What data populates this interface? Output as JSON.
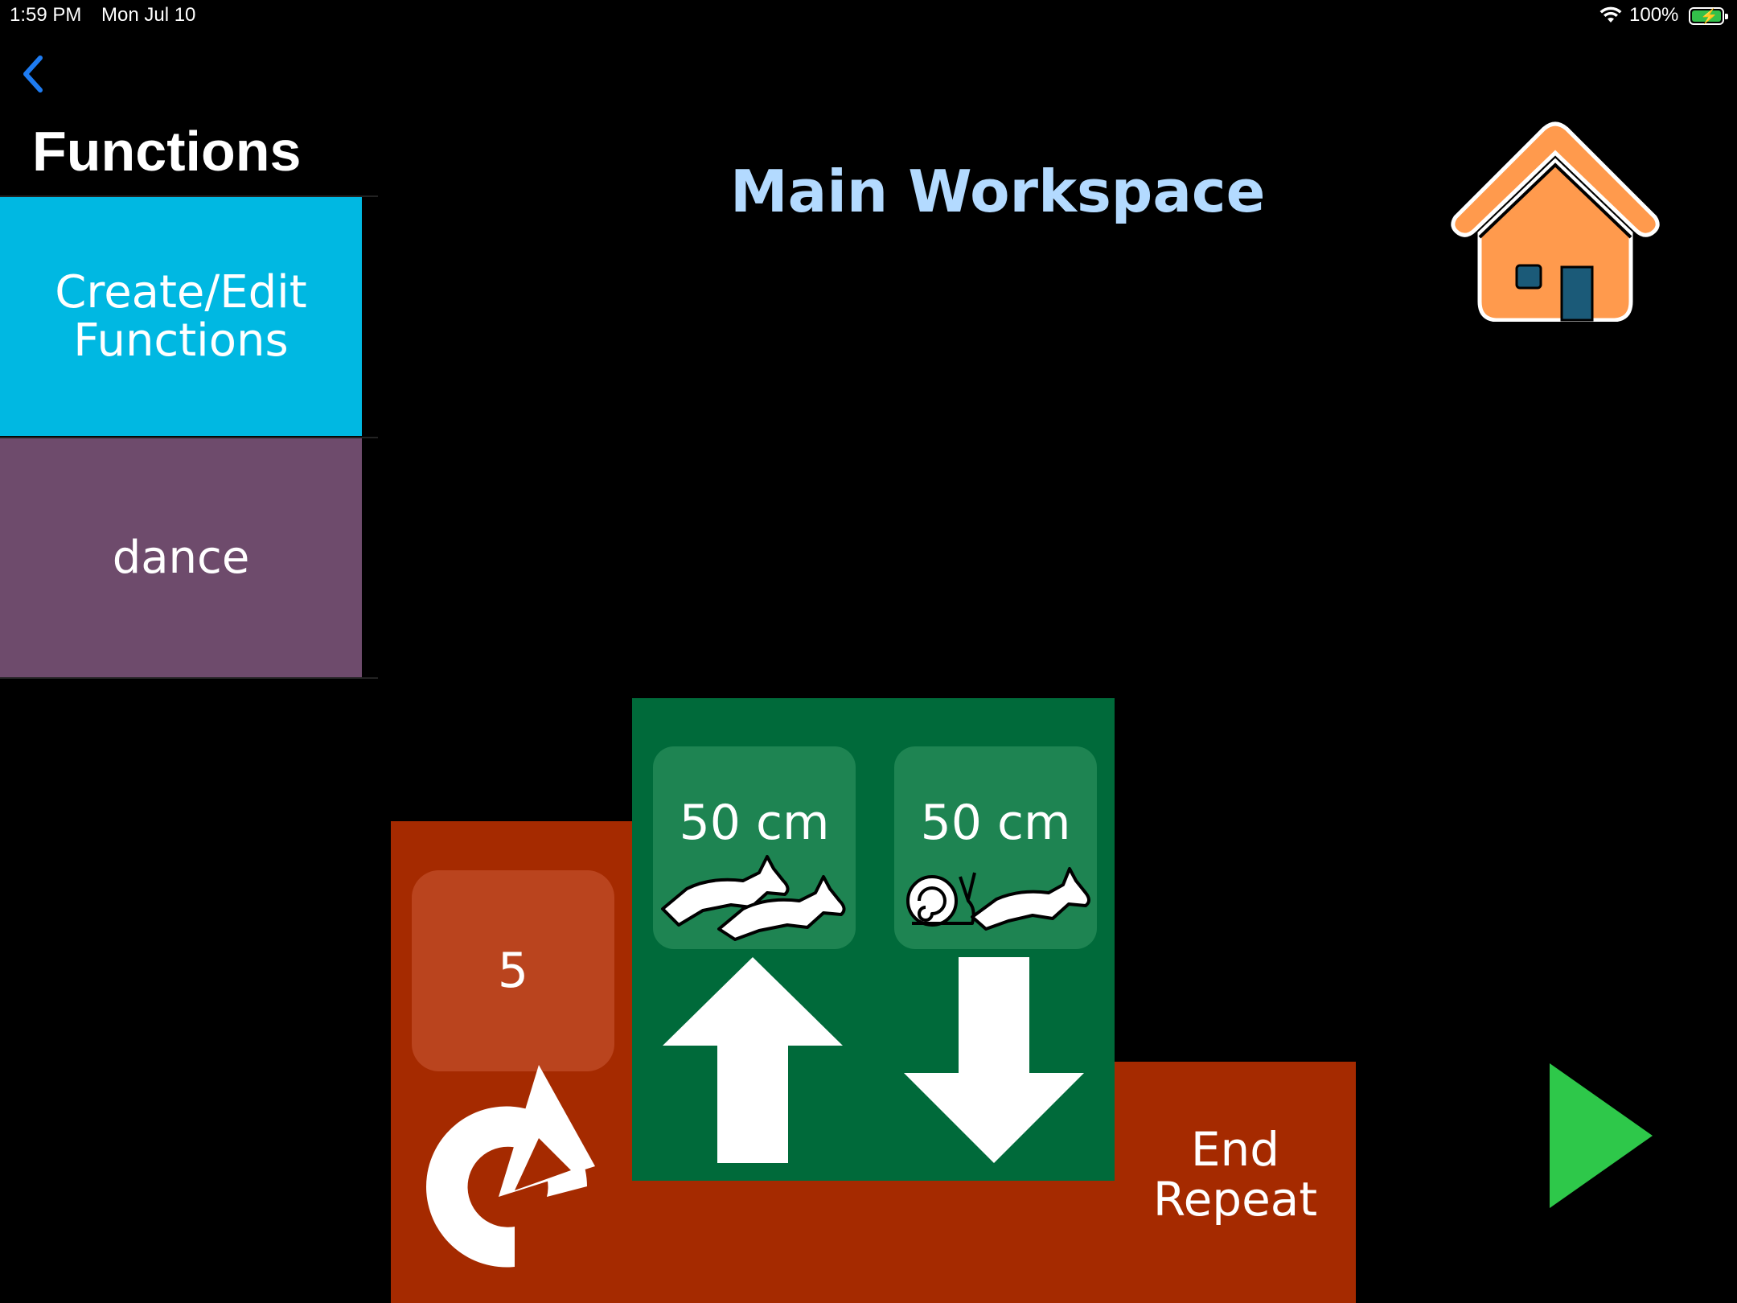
{
  "status_bar": {
    "time": "1:59 PM",
    "date": "Mon Jul 10",
    "battery": "100%"
  },
  "sidebar": {
    "title": "Functions",
    "create_label": "Create/Edit\nFunctions",
    "functions": [
      {
        "label": "dance"
      }
    ]
  },
  "workspace": {
    "title": "Main Workspace"
  },
  "repeat_block": {
    "count": "5",
    "end_label": "End\nRepeat"
  },
  "move_blocks": [
    {
      "direction": "forward",
      "distance": "50 cm",
      "speed_icon": "fast-rabbits-icon"
    },
    {
      "direction": "backward",
      "distance": "50 cm",
      "speed_icon": "snail-rabbit-icon"
    }
  ],
  "colors": {
    "create_button": "#00b8e2",
    "function_button": "#6e4b6c",
    "repeat_block": "#a52a00",
    "move_block": "#006a3a",
    "title": "#b3daff",
    "home": "#ff9a4d",
    "play": "#2ec84a"
  }
}
